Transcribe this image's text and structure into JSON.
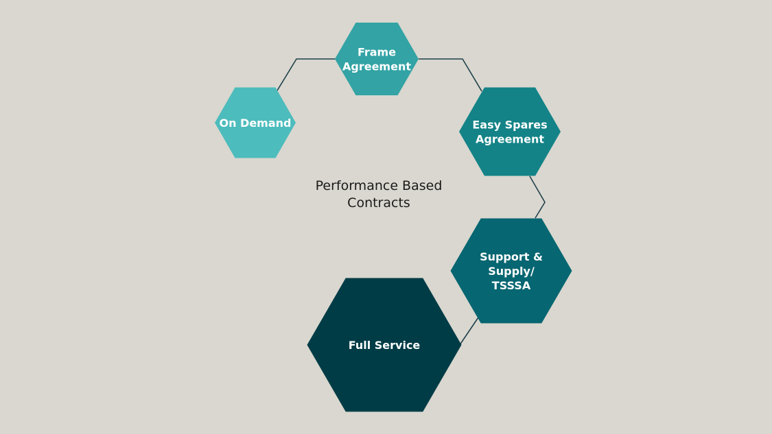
{
  "center_label": [
    "Performance Based",
    "Contracts"
  ],
  "stages": [
    {
      "id": "on-demand",
      "lines": [
        "On Demand"
      ],
      "color": "#4dbcbd"
    },
    {
      "id": "frame-agreement",
      "lines": [
        "Frame",
        "Agreement"
      ],
      "color": "#33a3a5"
    },
    {
      "id": "easy-spares-agreement",
      "lines": [
        "Easy Spares",
        "Agreement"
      ],
      "color": "#138387"
    },
    {
      "id": "support-supply-tsssa",
      "lines": [
        "Support &",
        "Supply/",
        "TSSSA"
      ],
      "color": "#066671"
    },
    {
      "id": "full-service",
      "lines": [
        "Full Service"
      ],
      "color": "#003c46"
    }
  ]
}
